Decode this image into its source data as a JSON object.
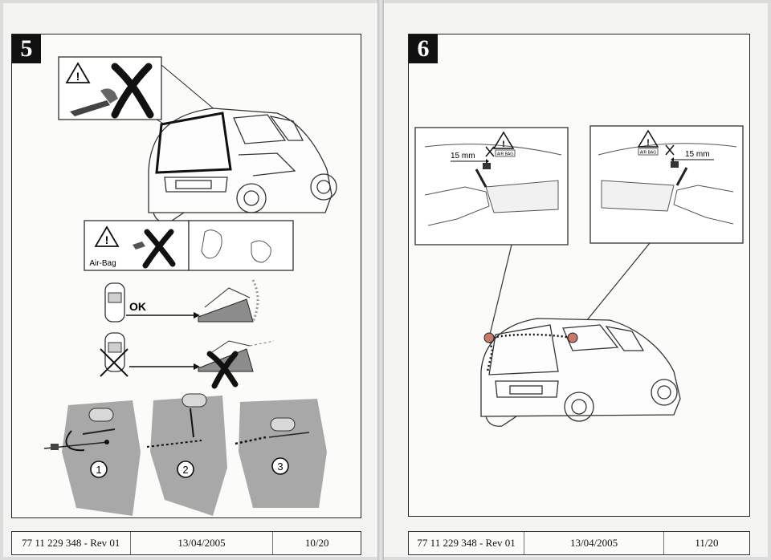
{
  "left_page": {
    "step_number": "5",
    "airbag_label": "Air-Bag",
    "ok_label": "OK",
    "sequence": [
      "1",
      "2",
      "3"
    ],
    "footer": {
      "doc_code": "77 11 229 348 - Rev 01",
      "date": "13/04/2005",
      "page": "10/20"
    }
  },
  "right_page": {
    "step_number": "6",
    "airbag_tag": "AIR BAG",
    "distance_left": "15 mm",
    "distance_right": "15 mm",
    "footer": {
      "doc_code": "77 11 229 348 - Rev 01",
      "date": "13/04/2005",
      "page": "11/20"
    }
  },
  "icons": [
    "warning-triangle-icon",
    "prohibited-cross-icon",
    "car-top-view-icon"
  ],
  "colors": {
    "ink": "#111111",
    "line": "#444444",
    "shade": "#8c8c8c",
    "marker": "#c87a6a"
  }
}
